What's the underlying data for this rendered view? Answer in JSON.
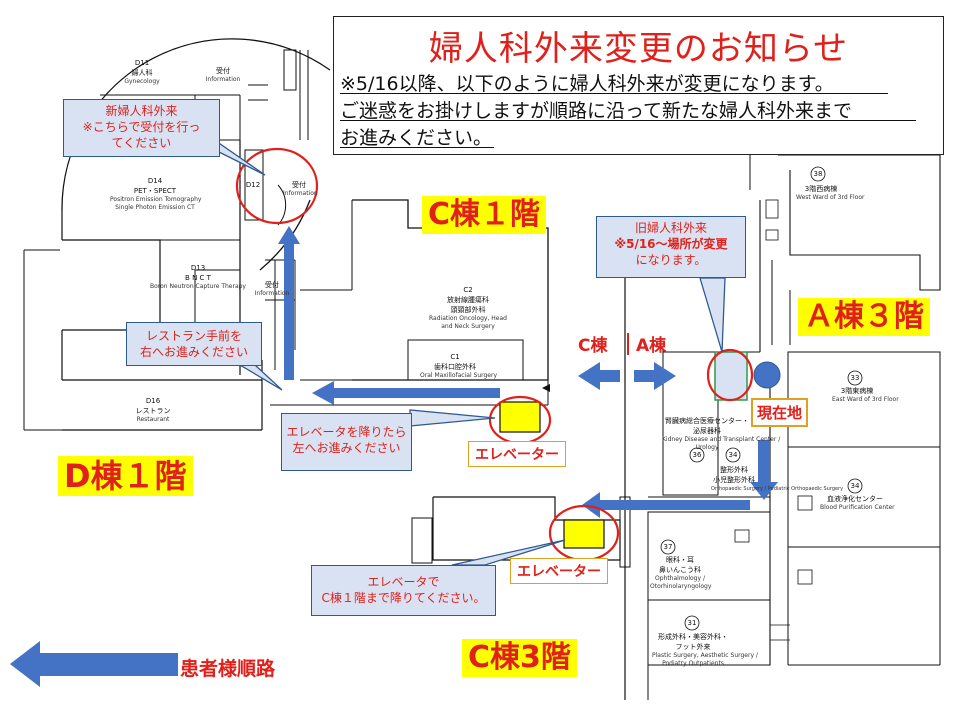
{
  "notice": {
    "title": "婦人科外来変更のお知らせ",
    "lines": [
      "※5/16以降、以下のように婦人科外来が変更になります。",
      "ご迷惑をお掛けしますが順路に沿って新たな婦人科外来まで",
      "お進みください。"
    ]
  },
  "floor_labels": {
    "c1": "C棟１階",
    "a3": "Ａ棟３階",
    "d1": "D棟１階",
    "c3": "C棟3階"
  },
  "callouts": {
    "new_outpatient": [
      "新婦人科外来",
      "※こちらで受付を行っ",
      "てください"
    ],
    "old_outpatient": [
      "旧婦人科外来",
      "※5/16～場所が変更",
      "になります。"
    ],
    "restaurant": [
      "レストラン手前を",
      "右へお進みください"
    ],
    "elevator_exit": [
      "エレベータを降りたら",
      "左へお進みください"
    ],
    "elevator_down": [
      "エレベータで",
      "C棟１階まで降りてください。"
    ]
  },
  "building_arrow": {
    "left": "C棟",
    "right": "A棟"
  },
  "elevator_label": "エレベーター",
  "current_location": "現在地",
  "legend": {
    "label": "患者様順路"
  },
  "colors": {
    "route": "#4472c4",
    "alert": "#e0201b",
    "highlight": "#ffff00",
    "callout_fill": "#d9e2f2"
  },
  "rooms": {
    "d11": {
      "code": "D11",
      "name": "婦人科",
      "en": "Gynecology"
    },
    "d12": {
      "code": "D12"
    },
    "reception_top": {
      "name": "受付",
      "en": "Information"
    },
    "reception_d12": {
      "name": "受付",
      "en": "Information"
    },
    "d14": {
      "code": "D14",
      "name": "PET・SPECT",
      "en1": "Positron Emission Tomography",
      "en2": "Single Photon Emission CT"
    },
    "d13": {
      "code": "D13",
      "name": "B N C T",
      "en": "Boron Neutron Capture Therapy"
    },
    "reception_mid": {
      "name": "受付",
      "en": "Information"
    },
    "d16": {
      "code": "D16",
      "name": "レストラン",
      "en": "Restaurant"
    },
    "c2": {
      "code": "C2",
      "name1": "放射線腫瘍科",
      "name2": "頭頸部外科",
      "en1": "Radiation Oncology, Head",
      "en2": "and Neck Surgery"
    },
    "c1": {
      "code": "C1",
      "name": "歯科口腔外科",
      "en": "Oral Maxillofacial Surgery"
    },
    "r38": {
      "code": "38",
      "name": "3階西病棟",
      "en": "West Ward of 3rd Floor"
    },
    "r33": {
      "code": "33",
      "name": "3階東病棟",
      "en": "East Ward of 3rd Floor"
    },
    "r36": {
      "code": "36",
      "name1": "腎臓病総合医療センター・",
      "name2": "泌尿器科",
      "en1": "Kidney Disease and Transplant Center /",
      "en2": "Urology"
    },
    "r34a": {
      "code": "34",
      "name1": "整形外科",
      "name2": "小児整形外科",
      "en": "Orthopaedic Surgery / Pediatric Orthopaedic Surgery"
    },
    "r34b": {
      "code": "34",
      "name": "血液浄化センター",
      "en": "Blood Purification Center"
    },
    "r37": {
      "code": "37",
      "name1": "眼科・耳",
      "name2": "鼻いんこう科",
      "en1": "Ophthalmology /",
      "en2": "Otorhinolaryngology"
    },
    "r31": {
      "code": "31",
      "name1": "形成外科・美容外科・",
      "name2": "フット外来",
      "en1": "Plastic Surgery, Aesthetic Surgery /",
      "en2": "Podiatry Outpatients"
    }
  }
}
